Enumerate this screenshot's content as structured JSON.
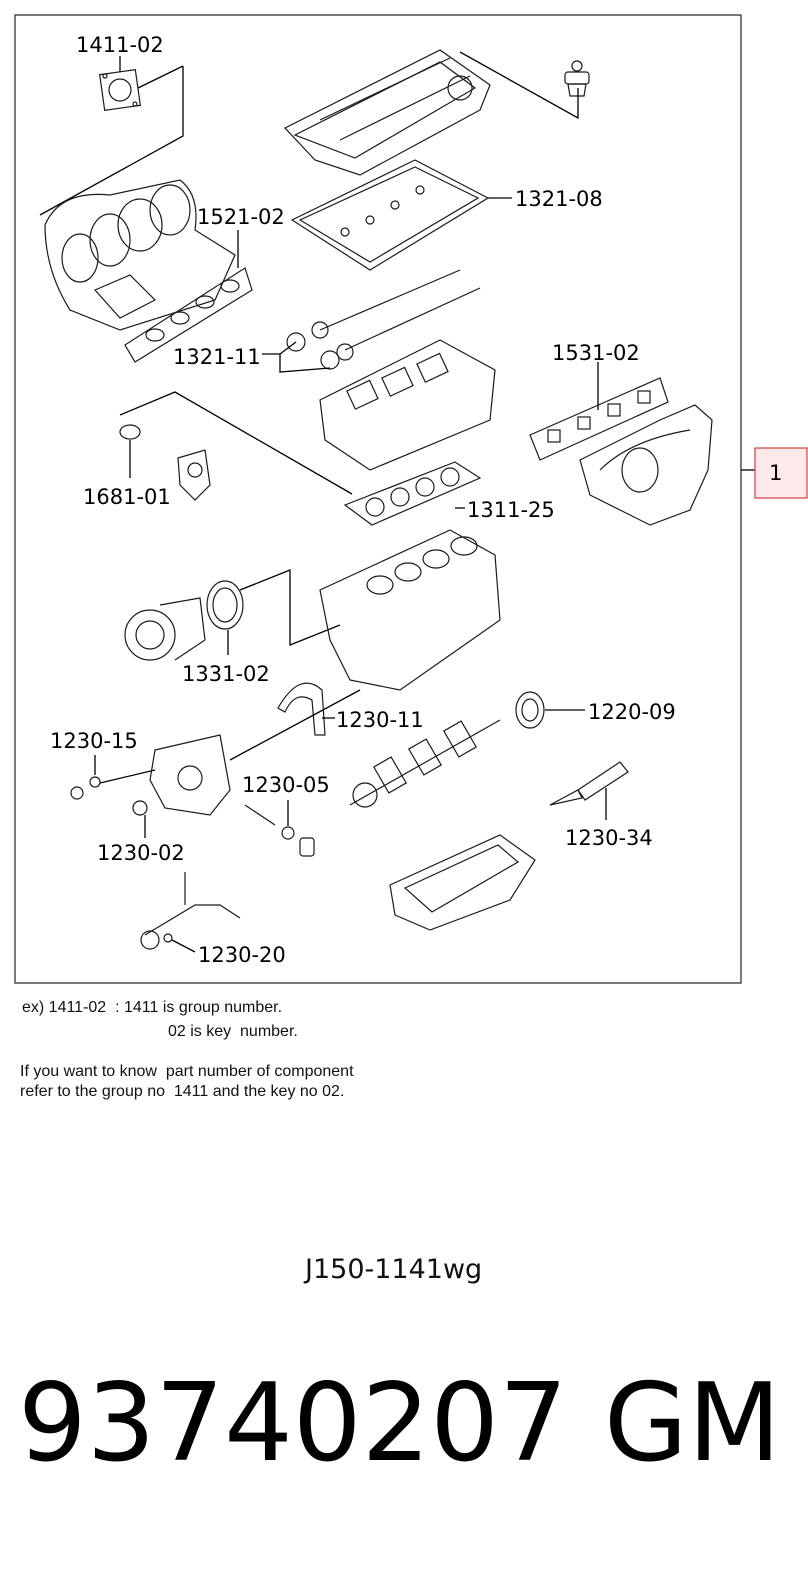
{
  "callouts": [
    {
      "id": "1411-02"
    },
    {
      "id": "1521-02"
    },
    {
      "id": "1321-08"
    },
    {
      "id": "1321-11"
    },
    {
      "id": "1531-02"
    },
    {
      "id": "1681-01"
    },
    {
      "id": "1311-25"
    },
    {
      "id": "1331-02"
    },
    {
      "id": "1230-11"
    },
    {
      "id": "1220-09"
    },
    {
      "id": "1230-15"
    },
    {
      "id": "1230-05"
    },
    {
      "id": "1230-02"
    },
    {
      "id": "1230-34"
    },
    {
      "id": "1230-20"
    }
  ],
  "assembly_tab": "1",
  "notes": {
    "example_line1": "ex) 1411-02  : 1411 is group number.",
    "example_line2": "02 is key  number.",
    "info_line1": "If you want to know  part number of component",
    "info_line2": "refer to the group no  1411 and the key no 02."
  },
  "drawing_code": "J150-1141wg",
  "part_number": "93740207",
  "brand": "GM",
  "colors": {
    "tab_border": "#d04040",
    "tab_fill": "#fde8ea"
  }
}
